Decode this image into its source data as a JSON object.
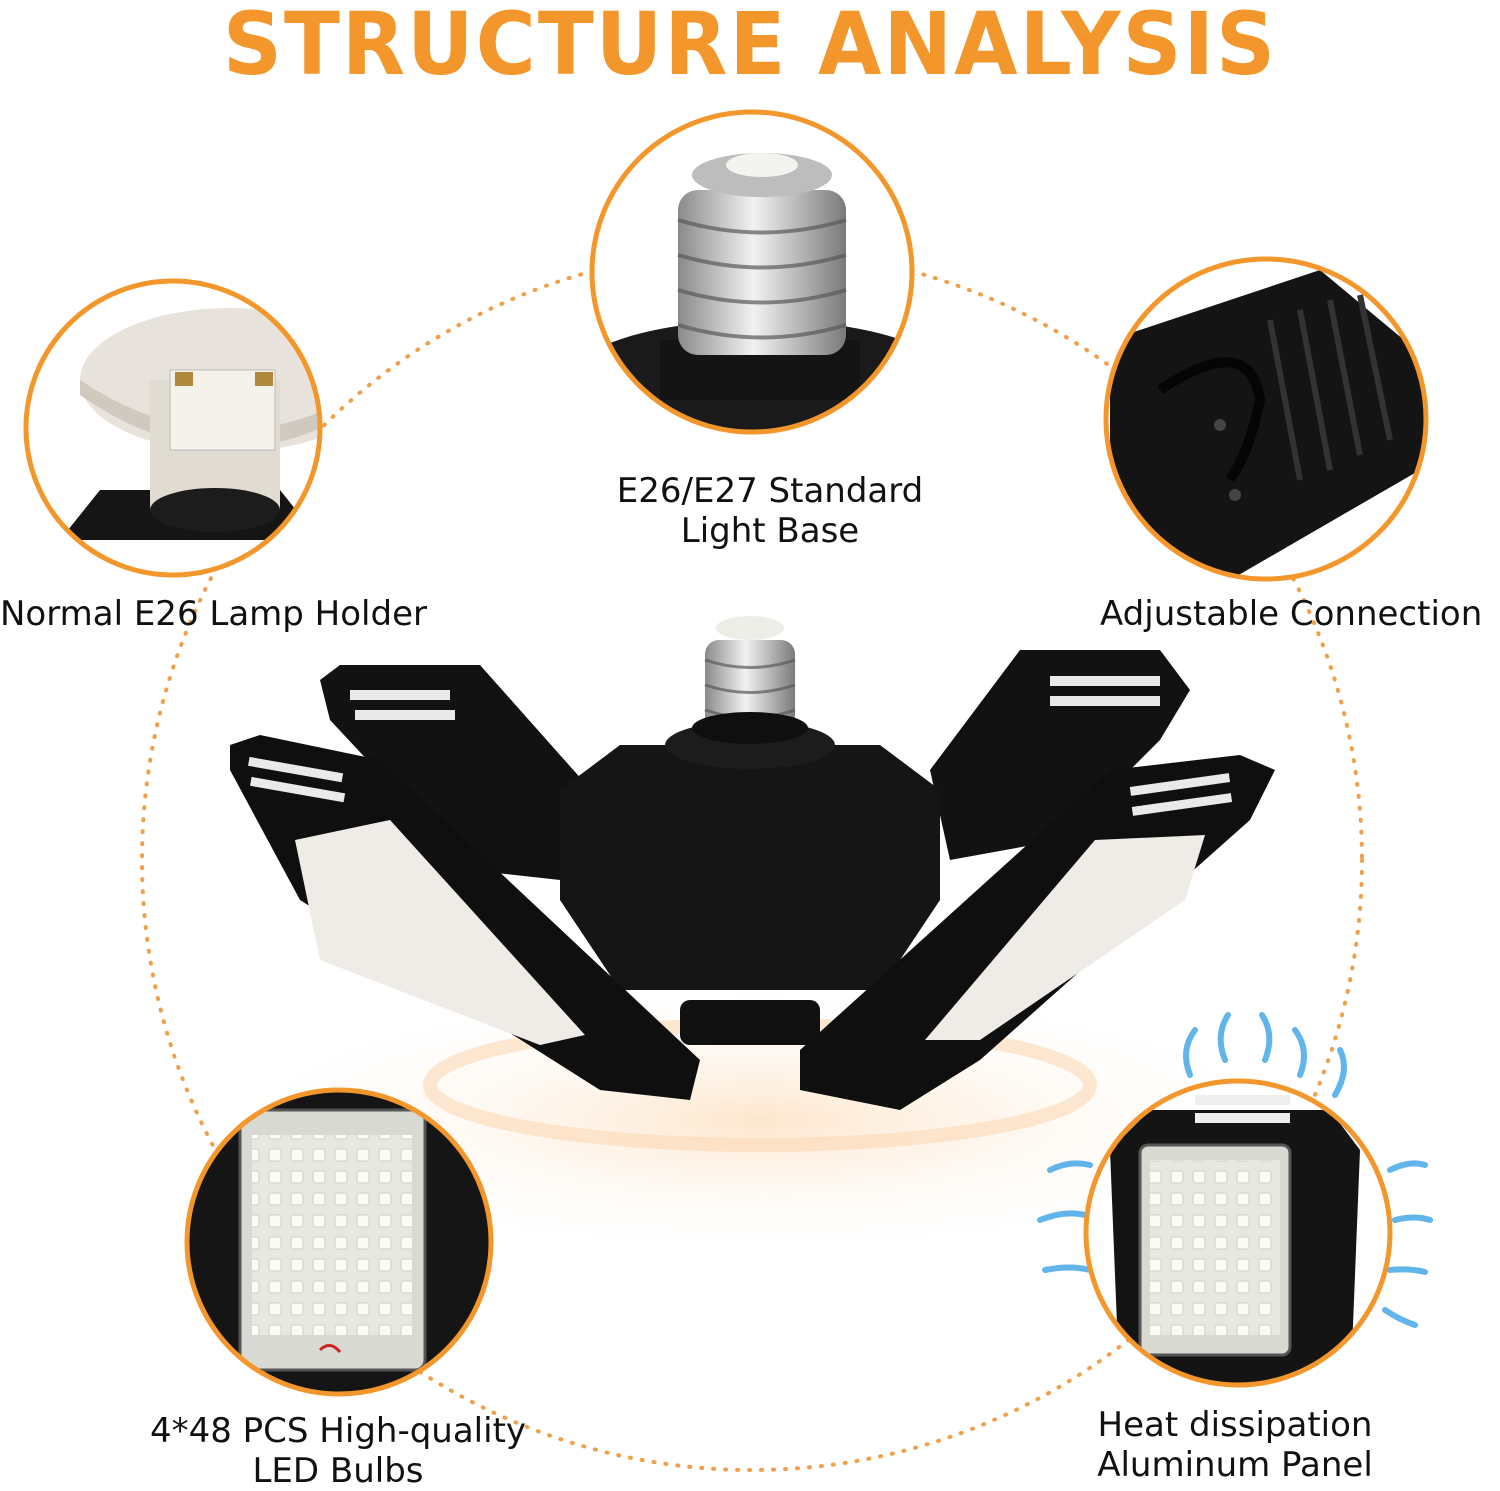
{
  "title": "STRUCTURE ANALYSIS",
  "colors": {
    "accent": "#f3962b",
    "ring": "#f0a04b",
    "product_black": "#121212",
    "led_white": "#f7f7f4",
    "airflow_blue": "#3aa3e6"
  },
  "callouts": {
    "lamp_holder": {
      "label": "Normal E26 Lamp Holder",
      "icon": "lamp-holder-photo"
    },
    "light_base": {
      "line1": "E26/E27 Standard",
      "line2": "Light Base",
      "icon": "screw-base-photo"
    },
    "connection": {
      "label": "Adjustable Connection",
      "icon": "hinge-photo"
    },
    "led_bulbs": {
      "line1": "4*48 PCS High-quality",
      "line2": "LED Bulbs",
      "icon": "led-panel-photo"
    },
    "heat": {
      "line1": "Heat dissipation",
      "line2": "Aluminum Panel",
      "icon": "airflow-icon"
    }
  },
  "product": {
    "icon": "deformable-garage-light"
  }
}
